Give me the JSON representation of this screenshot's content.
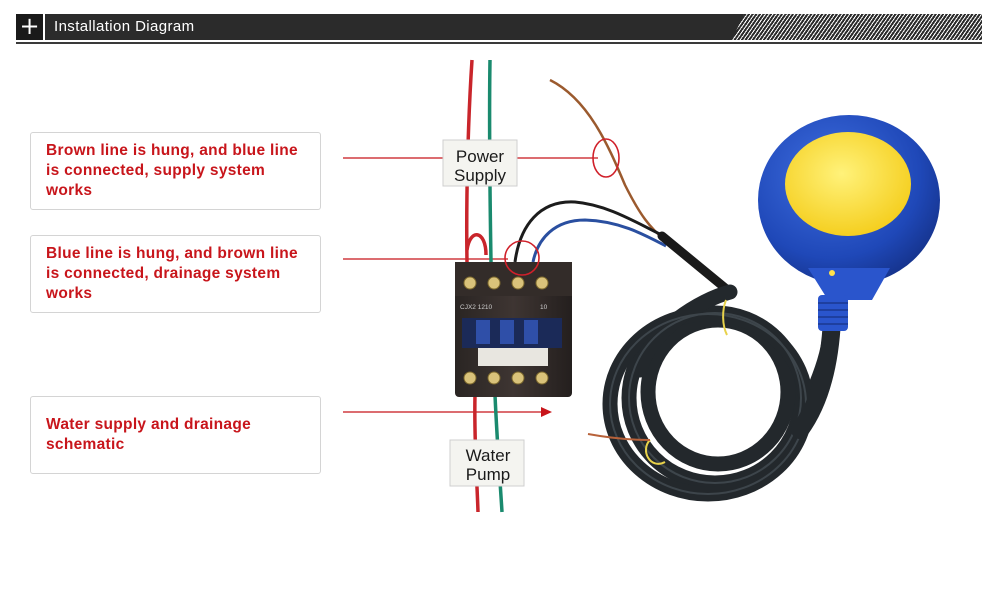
{
  "header": {
    "icon": "plus-icon",
    "title": "Installation Diagram"
  },
  "callouts": [
    {
      "text": "Brown line is hung, and blue line is connected, supply system works"
    },
    {
      "text": "Blue line is hung, and brown line is connected, drainage system works"
    },
    {
      "text": "Water supply and drainage schematic"
    }
  ],
  "labels": {
    "power_line1": "Power",
    "power_line2": "Supply",
    "pump_line1": "Water",
    "pump_line2": "Pump",
    "contactor_model": "CJX2 1210",
    "contactor_no": "10"
  },
  "colors": {
    "accent_red": "#c8151b",
    "wire_red": "#c9252b",
    "wire_green": "#1a8a6e",
    "wire_brown": "#9b5a2e",
    "wire_blue": "#2a4fa0",
    "float_blue": "#1f48b8",
    "float_yellow": "#ffe14a",
    "cable_black": "#23282c"
  }
}
